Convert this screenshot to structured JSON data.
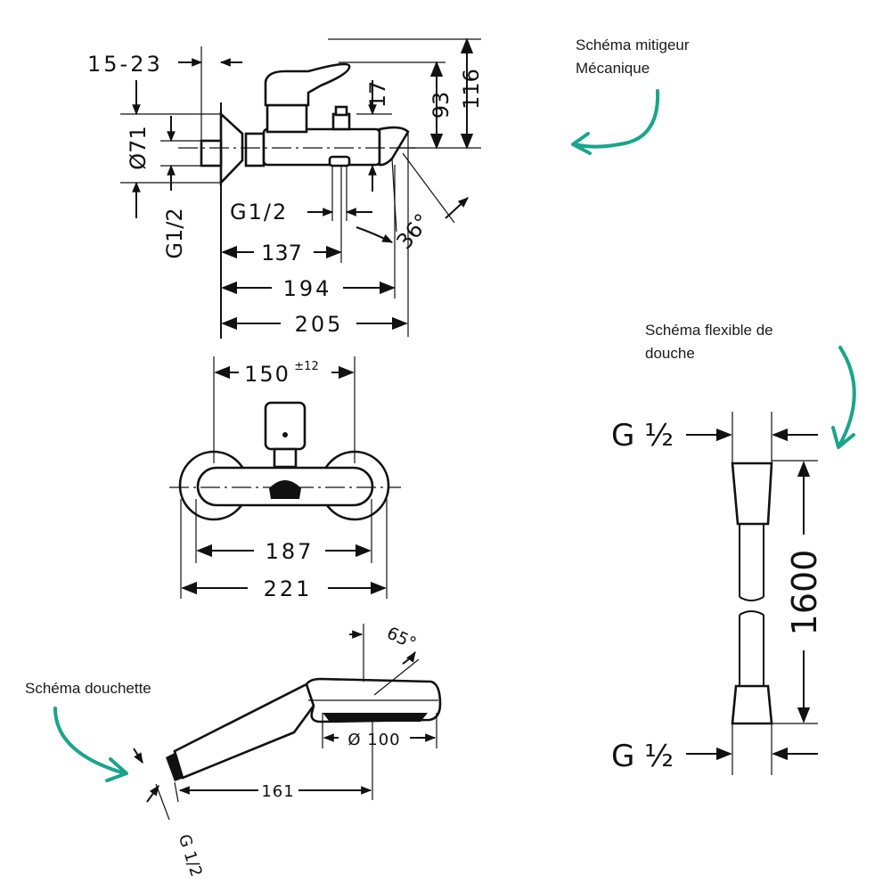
{
  "labels": {
    "mixer_line1": "Schéma mitigeur",
    "mixer_line2": "Mécanique",
    "hose_line1": "Schéma flexible de",
    "hose_line2": "douche",
    "handshower": "Schéma douchette"
  },
  "mixer_side": {
    "d_15_23": "15-23",
    "d_93": "93",
    "d_116": "116",
    "d_17": "17",
    "d_71": "Ø71",
    "d_g12_left": "G1/2",
    "d_g12_mid": "G1/2",
    "d_36": "36°",
    "d_137": "137",
    "d_194": "194",
    "d_205": "205"
  },
  "mixer_front": {
    "d_150": "150",
    "d_150_tol": "±12",
    "d_187": "187",
    "d_221": "221"
  },
  "handshower": {
    "d_65": "65°",
    "d_100": "Ø 100",
    "d_161": "161",
    "d_g12": "G 1/2"
  },
  "hose": {
    "g_top": "G ½",
    "g_bottom": "G ½",
    "d_1600": "1600"
  },
  "colors": {
    "arrow": "#1aa58a",
    "ink": "#111111"
  }
}
